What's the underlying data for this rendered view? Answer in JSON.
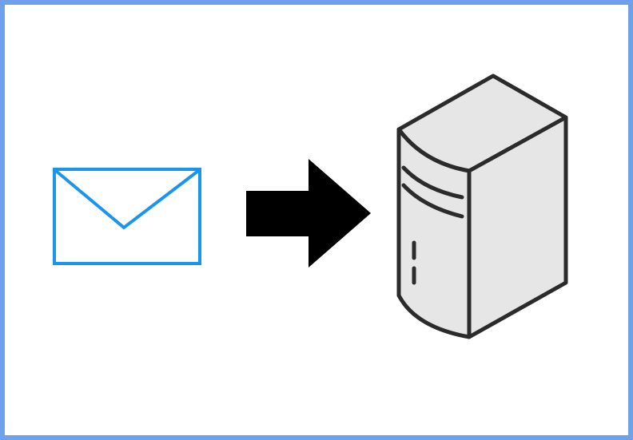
{
  "diagram": {
    "nodes": [
      {
        "id": "email",
        "icon": "envelope-icon"
      },
      {
        "id": "server",
        "icon": "server-icon"
      }
    ],
    "edges": [
      {
        "from": "email",
        "to": "server",
        "icon": "arrow-right-icon"
      }
    ]
  },
  "colors": {
    "frame_border": "#6fa0ea",
    "envelope_stroke": "#1a95ee",
    "arrow_fill": "#000000",
    "server_fill": "#e6e6e6",
    "server_stroke": "#2b2b2b"
  }
}
